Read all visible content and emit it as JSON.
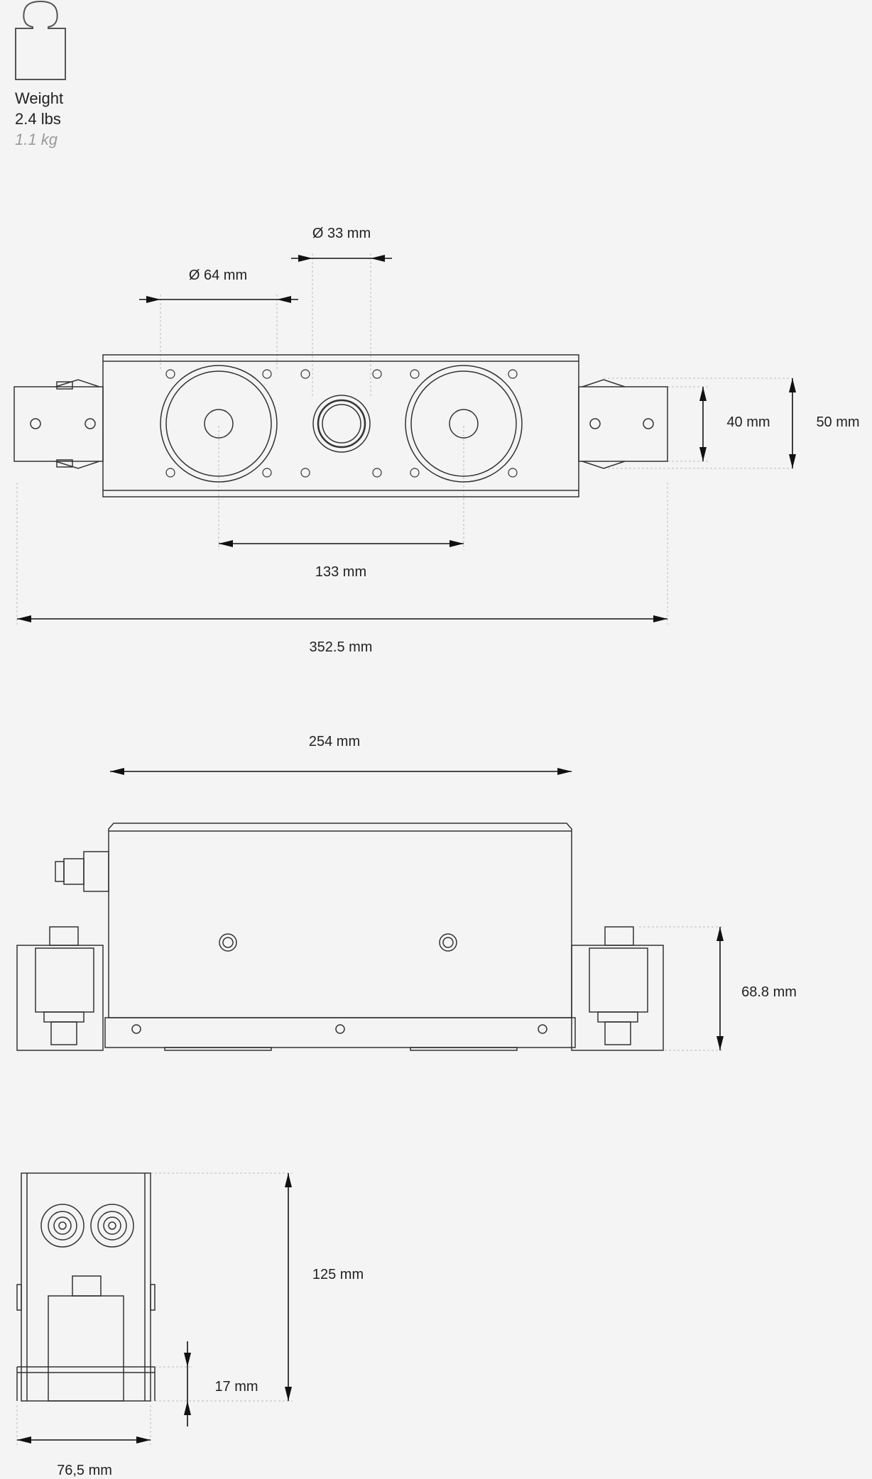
{
  "weight": {
    "label": "Weight",
    "lbs": "2.4 lbs",
    "kg": "1.1 kg",
    "icon": "weight-icon"
  },
  "top_view": {
    "woofer_diameter": "Ø 64 mm",
    "tweeter_diameter": "Ø 33 mm",
    "driver_spacing": "133 mm",
    "total_length": "352.5 mm",
    "body_height": "40 mm",
    "bracket_height": "50 mm"
  },
  "side_view": {
    "body_length": "254 mm",
    "height": "68.8 mm"
  },
  "end_view": {
    "depth": "125 mm",
    "bracket_offset": "17 mm",
    "width": "76,5 mm"
  },
  "colors": {
    "background": "#f4f4f4",
    "line": "#333333",
    "extension_line": "#bbbbbb",
    "text": "#222222"
  }
}
